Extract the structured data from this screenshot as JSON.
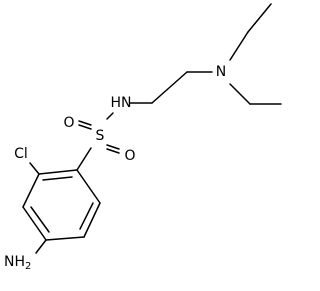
{
  "molecule": {
    "atoms": {
      "n_top": "N",
      "nh": "HN",
      "o_left": "O",
      "o_right": "O",
      "s": "S",
      "cl": "Cl",
      "nh2": "NH",
      "nh2_subscript": "2"
    }
  }
}
